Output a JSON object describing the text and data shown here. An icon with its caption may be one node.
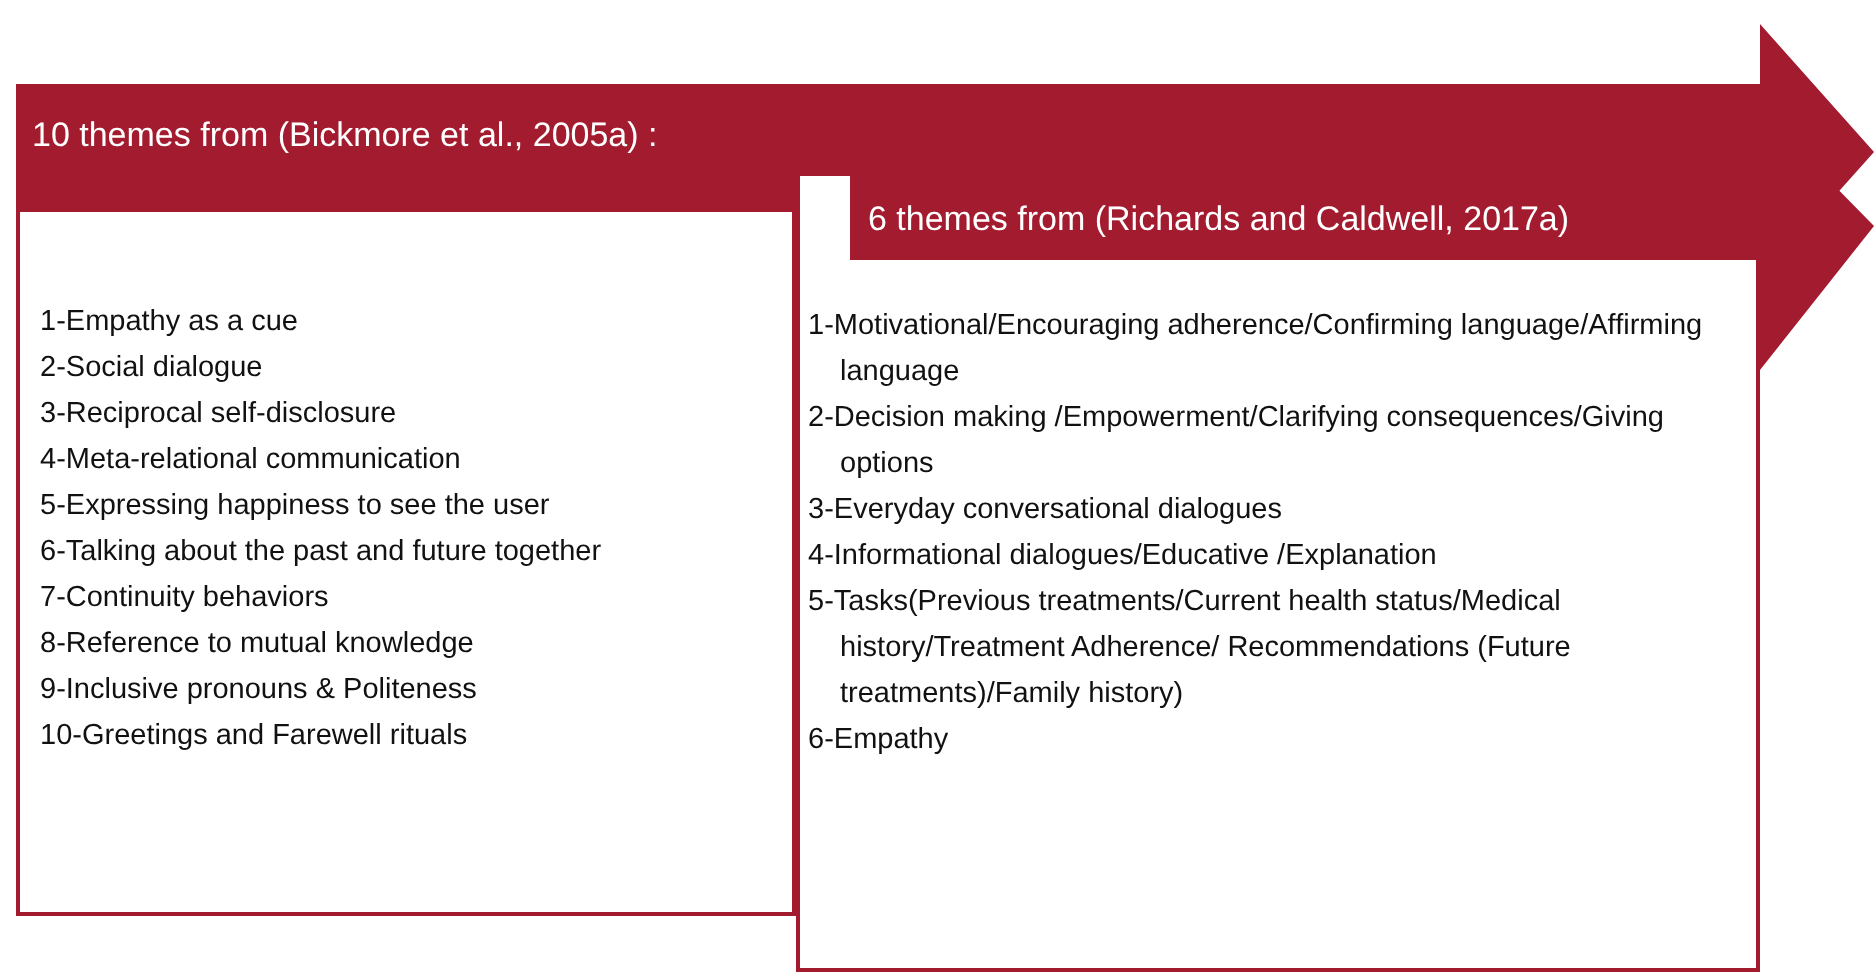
{
  "diagram": {
    "nodes": [
      {
        "text": [
          "10 themes from (Bickmore et al., 2005a) :",
          "1-Empathy as a cue",
          "2-Social dialogue",
          "3-Reciprocal self-disclosure",
          "4-Meta-relational communication",
          "5-Expressing happiness to see the user",
          "6-Talking about the past and future together",
          "7-Continuity behaviors",
          "8-Reference to mutual knowledge",
          "9-Inclusive pronouns & Politeness",
          "10-Greetings and Farewell rituals"
        ]
      },
      {
        "text": [
          "6 themes from (Richards and Caldwell, 2017a)",
          "1-Motivational/Encouraging adherence/Confirming language/Affirming language",
          "2-Decision making /Empowerment/Clarifying consequences/Giving options",
          "3-Everyday conversational dialogues",
          "4-Informational dialogues/Educative /Explanation",
          "5-Tasks(Previous treatments/Current health status/Medical history/Treatment Adherence/ Recommendations (Future treatments)/Family history)",
          "6-Empathy"
        ]
      }
    ]
  }
}
